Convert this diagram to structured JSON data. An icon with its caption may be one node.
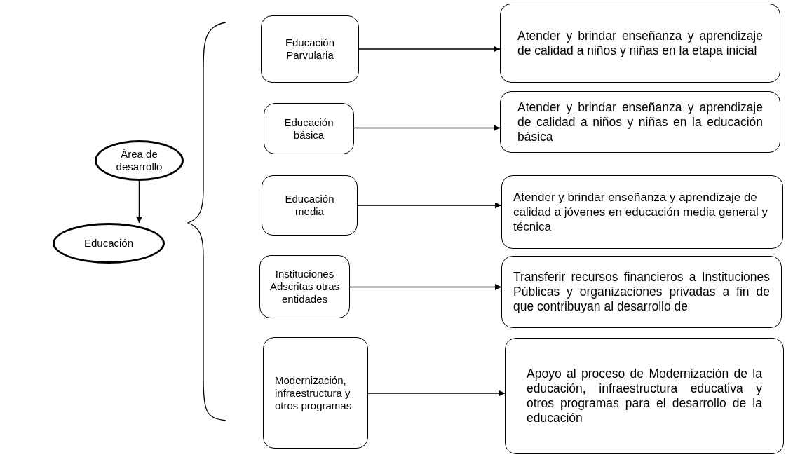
{
  "diagram": {
    "nodes": [
      {
        "text": [
          "Área de desarrollo"
        ]
      },
      {
        "text": [
          "Educación"
        ]
      },
      {
        "text": [
          "Educación Parvularia"
        ]
      },
      {
        "text": [
          "Educación básica"
        ]
      },
      {
        "text": [
          "Educación media"
        ]
      },
      {
        "text": [
          "Instituciones Adscritas otras entidades"
        ]
      },
      {
        "text": [
          "Modernización, infraestructura y otros programas"
        ]
      },
      {
        "text": [
          "Atender y brindar enseñanza y aprendizaje de calidad a niños y niñas en la etapa inicial"
        ]
      },
      {
        "text": [
          "Atender y brindar enseñanza y aprendizaje de calidad a niños y niñas en la educación básica"
        ]
      },
      {
        "text": [
          "Atender y brindar enseñanza y aprendizaje de calidad a jóvenes en educación media general y técnica"
        ]
      },
      {
        "text": [
          "Transferir recursos financieros a Instituciones Públicas y organizaciones privadas a fin de que contribuyan al desarrollo de"
        ]
      },
      {
        "text": [
          "Apoyo al proceso de Modernización de la educación, infraestructura educativa y otros programas para el desarrollo de la educación"
        ]
      }
    ],
    "edges": [
      {
        "from": 0,
        "to": 1,
        "arrow": "to"
      },
      {
        "from": 2,
        "to": 7,
        "arrow": "to"
      },
      {
        "from": 3,
        "to": 8,
        "arrow": "to"
      },
      {
        "from": 4,
        "to": 9,
        "arrow": "to"
      },
      {
        "from": 5,
        "to": 10,
        "arrow": "to"
      },
      {
        "from": 6,
        "to": 11,
        "arrow": "to"
      }
    ]
  }
}
